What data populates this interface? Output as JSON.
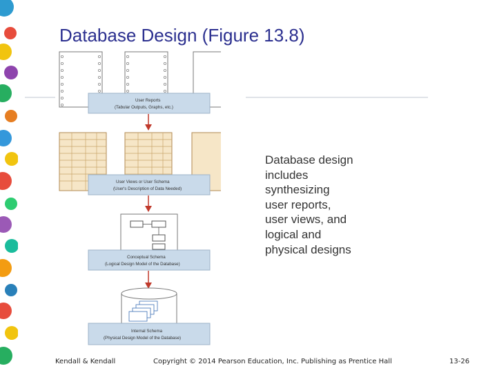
{
  "slide": {
    "title": "Database Design (Figure 13.8)",
    "caption_lines": [
      "Database design",
      "includes",
      "synthesizing",
      "user reports,",
      "user views, and",
      "logical and",
      "physical designs"
    ]
  },
  "diagram": {
    "stages": [
      {
        "line1": "User Reports",
        "line2": "(Tabular Outputs, Graphs, etc.)"
      },
      {
        "line1": "User Views or User Schema",
        "line2": "(User's Description of Data Needed)"
      },
      {
        "line1": "Conceptual Schema",
        "line2": "(Logical Design Model of the Database)"
      },
      {
        "line1": "Internal Schema",
        "line2": "(Physical Design Model of the Database)"
      }
    ],
    "colors": {
      "label_box": "#c9daea",
      "arrow": "#c0392b",
      "sheet_fill": "#f6e6c7",
      "sheet_line": "#c9a46a"
    }
  },
  "footer": {
    "left": "Kendall & Kendall",
    "center": "Copyright © 2014 Pearson Education, Inc. Publishing as Prentice Hall",
    "right": "13-26"
  }
}
